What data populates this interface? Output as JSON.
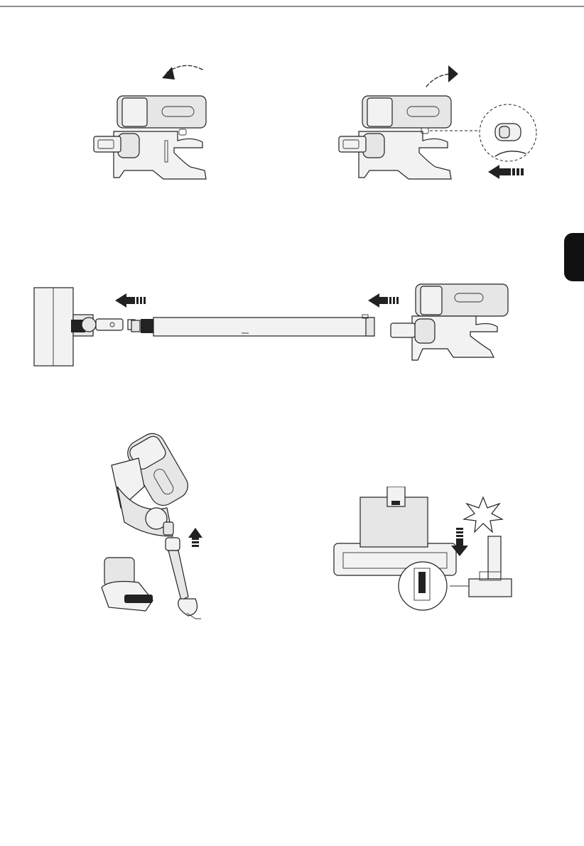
{
  "page": {
    "edge_tab_color": "#111111",
    "line_color": "#222222"
  },
  "figures": [
    {
      "id": "fig-remove-dust-container",
      "icon": "curved-arrow-left-icon"
    },
    {
      "id": "fig-release-dust-container",
      "icon": "curved-arrow-right-icon"
    },
    {
      "id": "fig-assemble-tube-and-floor-brush",
      "icon": "straight-arrow-left-icon"
    },
    {
      "id": "fig-attach-accessory-brushes",
      "icon": "straight-arrow-up-icon"
    },
    {
      "id": "fig-wall-mount-charging-dock",
      "icon": "straight-arrow-down-icon"
    }
  ]
}
